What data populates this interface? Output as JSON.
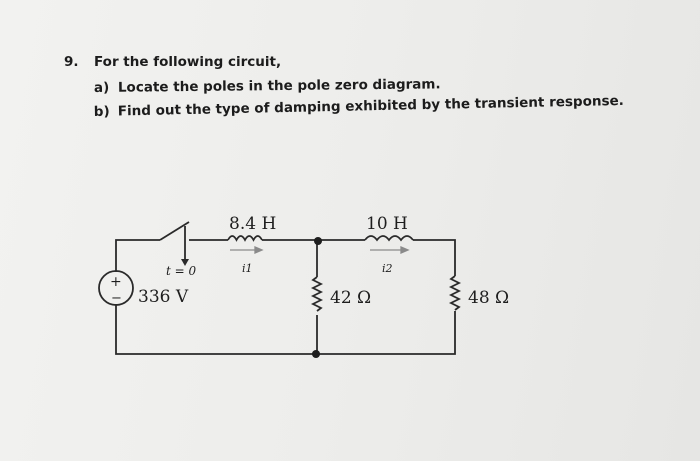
{
  "question": {
    "number": "9.",
    "prompt": "For the following circuit,",
    "parts": [
      {
        "label": "a)",
        "text": "Locate the poles in the pole zero diagram."
      },
      {
        "label": "b)",
        "text": "Find out the type of damping exhibited by the transient response."
      }
    ]
  },
  "circuit": {
    "source_voltage": "336 V",
    "source_plus": "+",
    "source_minus": "−",
    "switch_time": "t = 0",
    "inductor1": {
      "value": "8.4 H",
      "current_label": "i1"
    },
    "inductor2": {
      "value": "10 H",
      "current_label": "i2"
    },
    "resistor1": "42 Ω",
    "resistor2": "48 Ω"
  }
}
